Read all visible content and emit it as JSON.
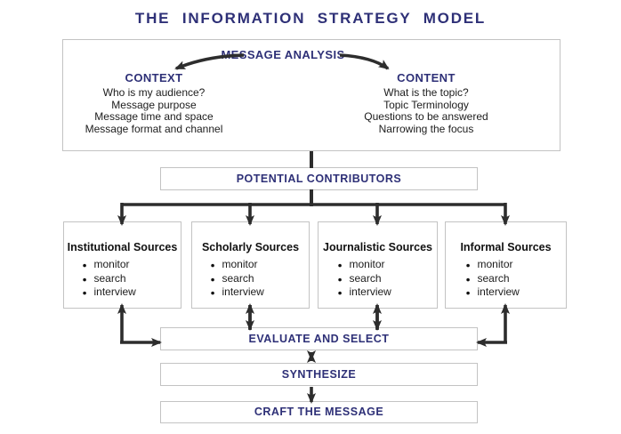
{
  "title": "THE INFORMATION STRATEGY MODEL",
  "message_analysis": {
    "label": "MESSAGE ANALYSIS",
    "context": {
      "heading": "CONTEXT",
      "items": [
        "Who is my audience?",
        "Message purpose",
        "Message time and space",
        "Message format and channel"
      ]
    },
    "content": {
      "heading": "CONTENT",
      "items": [
        "What is the topic?",
        "Topic Terminology",
        "Questions to be answered",
        "Narrowing the focus"
      ]
    }
  },
  "potential_contributors": {
    "label": "POTENTIAL CONTRIBUTORS"
  },
  "sources": [
    {
      "heading": "Institutional Sources",
      "items": [
        "monitor",
        "search",
        "interview"
      ]
    },
    {
      "heading": "Scholarly Sources",
      "items": [
        "monitor",
        "search",
        "interview"
      ]
    },
    {
      "heading": "Journalistic Sources",
      "items": [
        "monitor",
        "search",
        "interview"
      ]
    },
    {
      "heading": "Informal Sources",
      "items": [
        "monitor",
        "search",
        "interview"
      ]
    }
  ],
  "process": {
    "evaluate_label": "EVALUATE AND SELECT",
    "synthesize_label": "SYNTHESIZE",
    "craft_label": "CRAFT THE MESSAGE"
  },
  "colors": {
    "navy": "#2e3077",
    "arrow": "#2d2d2d",
    "border": "#c3c3c3",
    "ink": "#1a1a1a"
  }
}
